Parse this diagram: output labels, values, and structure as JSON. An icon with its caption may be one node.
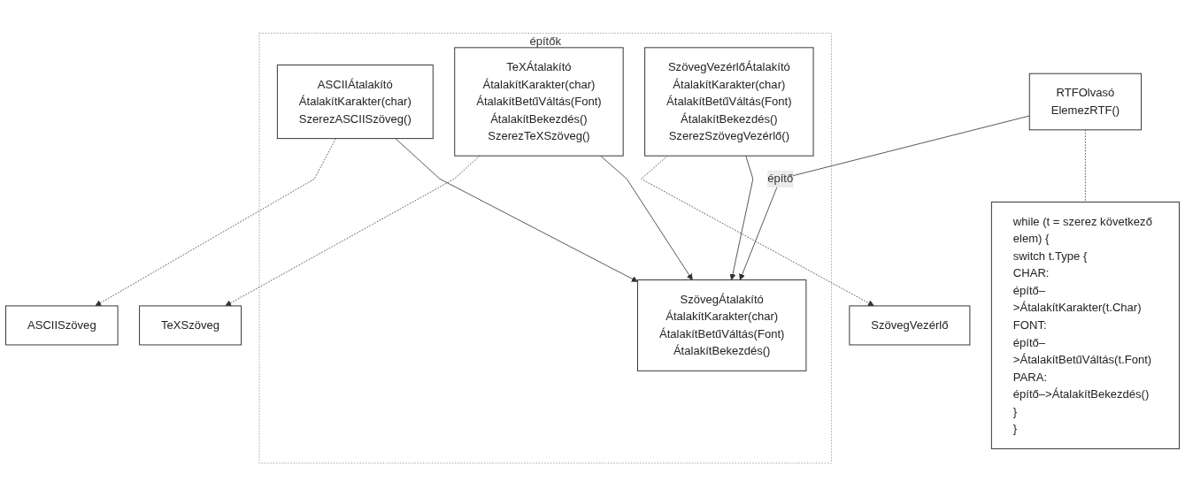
{
  "diagram": {
    "nodes": [
      {
        "text": [
          "RTFOlvasó",
          "ElemezRTF()"
        ]
      },
      {
        "text": [
          "while (t = szerez következő elem) {",
          "switch t.Type {",
          "CHAR:",
          "építő–>ÁtalakítKarakter(t.Char)",
          "FONT:",
          "építő–>ÁtalakítBetűVáltás(t.Font)",
          "PARA:",
          "építő–>ÁtalakítBekezdés()",
          "}",
          "}"
        ]
      },
      {
        "text": [
          "építők"
        ]
      },
      {
        "text": [
          "SzövegÁtalakító",
          "ÁtalakítKarakter(char)",
          "ÁtalakítBetűVáltás(Font)",
          "ÁtalakítBekezdés()"
        ],
        "in": 2
      },
      {
        "text": [
          "ASCIIÁtalakító",
          "ÁtalakítKarakter(char)",
          "SzerezASCIISzöveg()"
        ],
        "in": 2
      },
      {
        "text": [
          "TeXÁtalakító",
          "ÁtalakítKarakter(char)",
          "ÁtalakítBetűVáltás(Font)",
          "ÁtalakítBekezdés()",
          "SzerezTeXSzöveg()"
        ],
        "in": 2
      },
      {
        "text": [
          "SzövegVezérlőÁtalakító",
          "ÁtalakítKarakter(char)",
          "ÁtalakítBetűVáltás(Font)",
          "ÁtalakítBekezdés()",
          "SzerezSzövegVezérlő()"
        ],
        "in": 2
      },
      {
        "text": [
          "ASCIISzöveg"
        ]
      },
      {
        "text": [
          "TeXSzöveg"
        ]
      },
      {
        "text": [
          "SzövegVezérlő"
        ]
      }
    ],
    "edges": [
      {
        "from": 0,
        "to": 3,
        "arrow": "to",
        "label": "építő"
      },
      {
        "from": 0,
        "to": 1,
        "arrow": "none",
        "style": "dashed"
      },
      {
        "from": 4,
        "to": 3,
        "arrow": "to"
      },
      {
        "from": 5,
        "to": 3,
        "arrow": "to"
      },
      {
        "from": 6,
        "to": 3,
        "arrow": "to"
      },
      {
        "from": 4,
        "to": 7,
        "arrow": "to",
        "style": "dashed"
      },
      {
        "from": 5,
        "to": 8,
        "arrow": "to",
        "style": "dashed"
      },
      {
        "from": 6,
        "to": 9,
        "arrow": "to",
        "style": "dashed"
      }
    ]
  }
}
